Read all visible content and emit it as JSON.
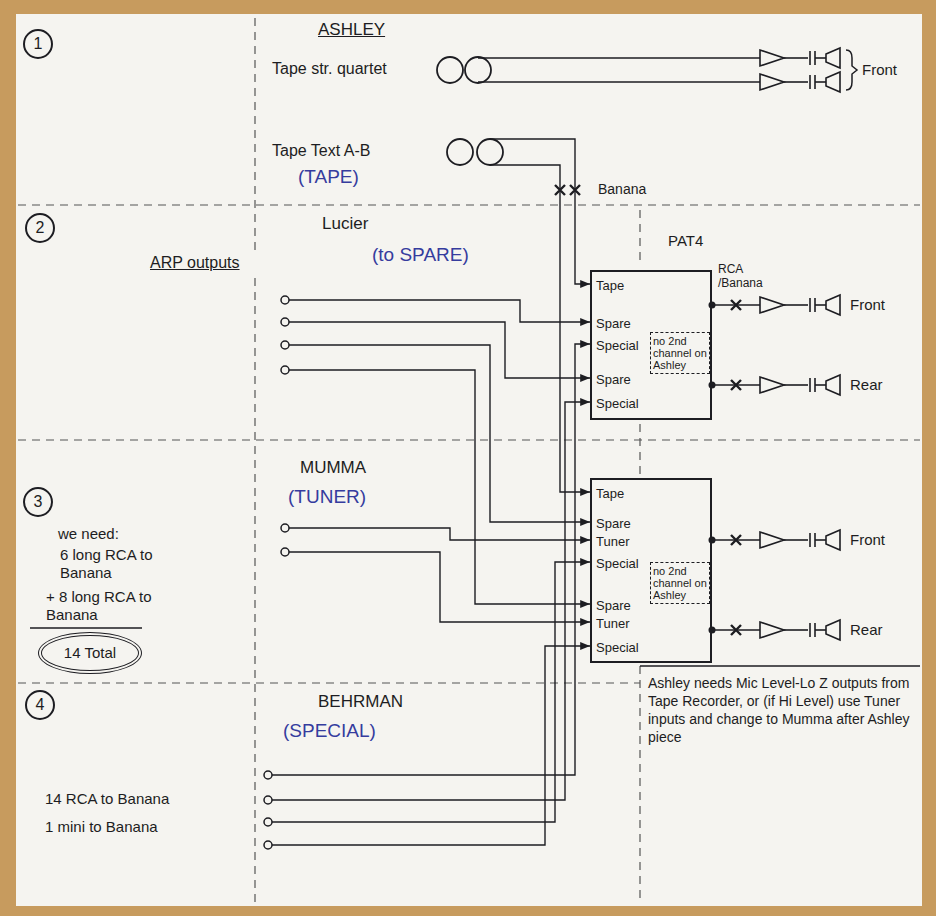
{
  "diagram": {
    "nodes": [
      {
        "text": [
          "1"
        ]
      },
      {
        "text": [
          "2"
        ]
      },
      {
        "text": [
          "Tape",
          "Spare",
          "Special",
          "Spare",
          "Special"
        ]
      },
      {
        "text": [
          "no 2nd channel on Ashley"
        ],
        "in": 2
      },
      {
        "text": [
          "3"
        ]
      },
      {
        "text": [
          "Tape",
          "Spare",
          "Tuner",
          "Special",
          "Spare",
          "Tuner",
          "Special"
        ]
      },
      {
        "text": [
          "no 2nd channel on Ashley"
        ],
        "in": 5
      },
      {
        "text": [
          "14 Total"
        ]
      },
      {
        "text": [
          "4"
        ]
      }
    ],
    "labels": [
      "ASHLEY",
      "Tape str. quartet",
      "Tape Text A-B",
      "(TAPE)",
      "Banana",
      "Lucier",
      "ARP outputs",
      "(to SPARE)",
      "PAT4",
      "RCA /Banana",
      "Front",
      "Rear",
      "MUMMA",
      "(TUNER)",
      "Front",
      "Rear",
      "we need:",
      "6 long RCA to Banana",
      "+ 8 long RCA to Banana",
      "BEHRMAN",
      "(SPECIAL)",
      "14 RCA to Banana",
      "1 mini to Banana",
      "Ashley needs Mic Level-Lo Z outputs from Tape Recorder, or (if Hi Level) use Tuner inputs and change to Mumma after Ashley piece",
      "Front"
    ]
  }
}
